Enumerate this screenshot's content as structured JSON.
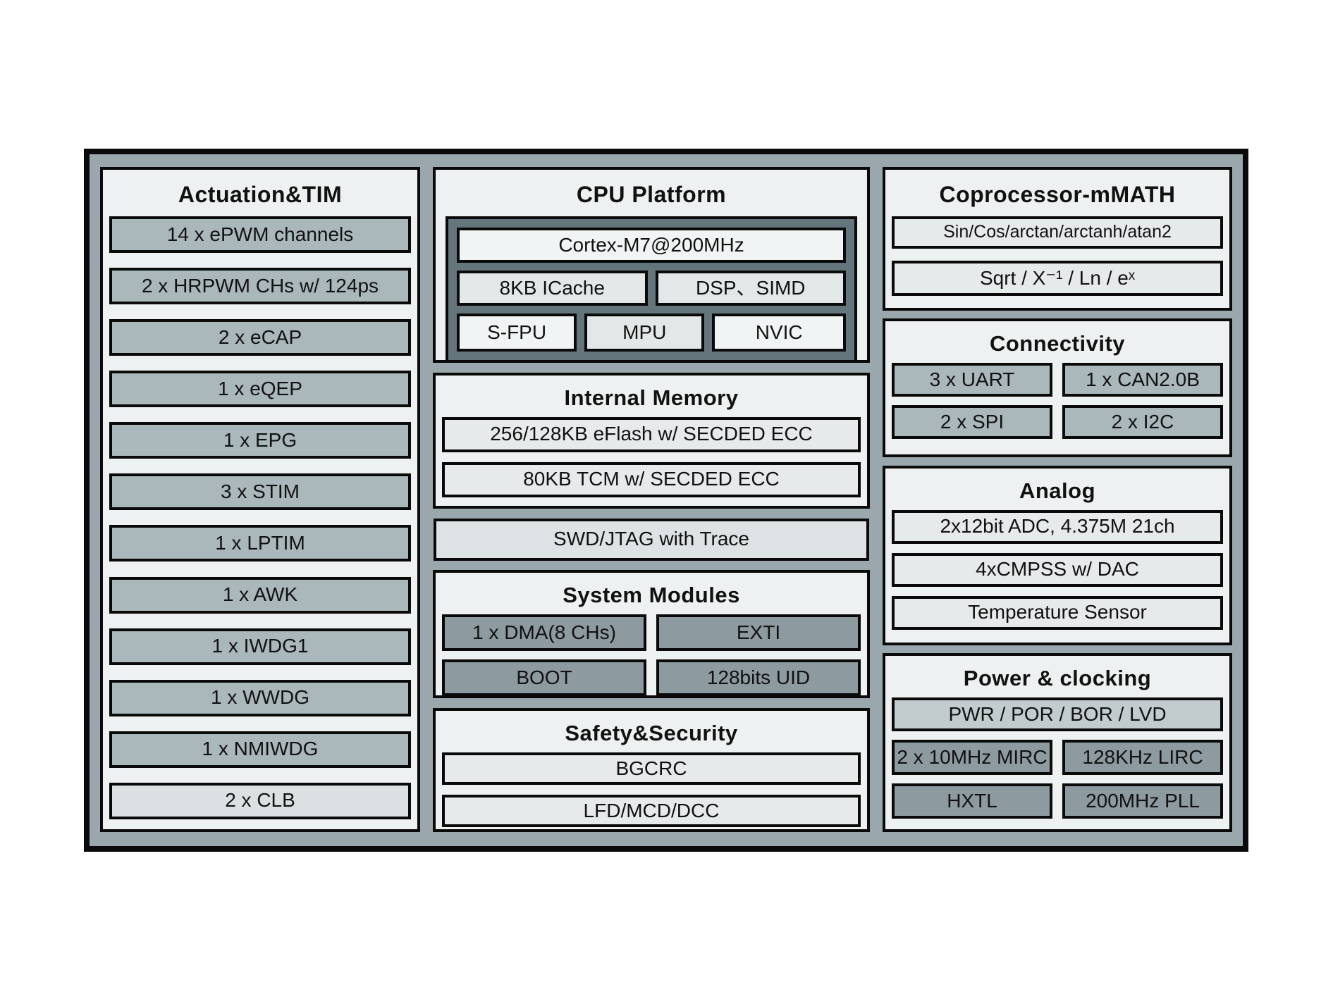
{
  "palette": {
    "frame_border": "#0a0a0a",
    "frame_fill": "#9aa8ad",
    "panel_fill": "#eef1f1",
    "gray_block": "#aab7bb",
    "dark_block": "#8d9aa0",
    "pale_block": "#e6eaeb",
    "cpu_container": "#64757c",
    "power_top_block": "#c2cbce",
    "clb_block": "#dbe1e2"
  },
  "actuation": {
    "title": "Actuation&TIM",
    "items": [
      {
        "label": "14 x ePWM channels",
        "variant": "gray"
      },
      {
        "label": "2 x HRPWM CHs w/ 124ps",
        "variant": "gray"
      },
      {
        "label": "2 x eCAP",
        "variant": "gray"
      },
      {
        "label": "1 x eQEP",
        "variant": "gray"
      },
      {
        "label": "1 x EPG",
        "variant": "gray"
      },
      {
        "label": "3 x STIM",
        "variant": "gray"
      },
      {
        "label": "1 x LPTIM",
        "variant": "gray"
      },
      {
        "label": "1 x AWK",
        "variant": "gray"
      },
      {
        "label": "1 x IWDG1",
        "variant": "gray"
      },
      {
        "label": "1 x WWDG",
        "variant": "gray"
      },
      {
        "label": "1 x NMIWDG",
        "variant": "gray"
      },
      {
        "label": "2 x CLB",
        "variant": "lighter"
      }
    ]
  },
  "cpu": {
    "title": "CPU Platform",
    "core": "Cortex-M7@200MHz",
    "row2": [
      {
        "label": "8KB ICache",
        "variant": "offwhite"
      },
      {
        "label": "DSP、SIMD",
        "variant": "offwhite"
      }
    ],
    "row3": [
      {
        "label": "S-FPU",
        "variant": "white"
      },
      {
        "label": "MPU",
        "variant": "offwhite"
      },
      {
        "label": "NVIC",
        "variant": "white"
      }
    ]
  },
  "internal_memory": {
    "title": "Internal Memory",
    "items": [
      {
        "label": "256/128KB eFlash w/ SECDED ECC",
        "variant": "pale"
      },
      {
        "label": "80KB TCM w/ SECDED ECC",
        "variant": "pale"
      }
    ]
  },
  "debug": {
    "label": "SWD/JTAG with Trace"
  },
  "system_modules": {
    "title": "System Modules",
    "items": [
      {
        "label": "1 x DMA(8 CHs)",
        "variant": "dark"
      },
      {
        "label": "EXTI",
        "variant": "dark"
      },
      {
        "label": "BOOT",
        "variant": "dark"
      },
      {
        "label": "128bits UID",
        "variant": "dark"
      }
    ]
  },
  "safety": {
    "title": "Safety&Security",
    "items": [
      {
        "label": "BGCRC",
        "variant": "pale"
      },
      {
        "label": "LFD/MCD/DCC",
        "variant": "pale"
      }
    ]
  },
  "coprocessor": {
    "title": "Coprocessor-mMATH",
    "items": [
      {
        "label": "Sin/Cos/arctan/arctanh/atan2",
        "variant": "pale"
      },
      {
        "label": "Sqrt / X⁻¹ / Ln / eˣ",
        "variant": "pale"
      }
    ]
  },
  "connectivity": {
    "title": "Connectivity",
    "items": [
      {
        "label": "3 x UART",
        "variant": "gray"
      },
      {
        "label": "1 x CAN2.0B",
        "variant": "gray"
      },
      {
        "label": "2 x SPI",
        "variant": "gray"
      },
      {
        "label": "2 x I2C",
        "variant": "gray"
      }
    ]
  },
  "analog": {
    "title": "Analog",
    "items": [
      {
        "label": "2x12bit ADC, 4.375M 21ch",
        "variant": "pale"
      },
      {
        "label": "4xCMPSS w/ DAC",
        "variant": "pale"
      },
      {
        "label": "Temperature Sensor",
        "variant": "pale"
      }
    ]
  },
  "power": {
    "title": "Power & clocking",
    "row1": "PWR / POR / BOR / LVD",
    "grid": [
      {
        "label": "2 x 10MHz MIRC",
        "variant": "dark"
      },
      {
        "label": "128KHz LIRC",
        "variant": "dark"
      },
      {
        "label": "HXTL",
        "variant": "dark"
      },
      {
        "label": "200MHz PLL",
        "variant": "dark"
      }
    ]
  }
}
